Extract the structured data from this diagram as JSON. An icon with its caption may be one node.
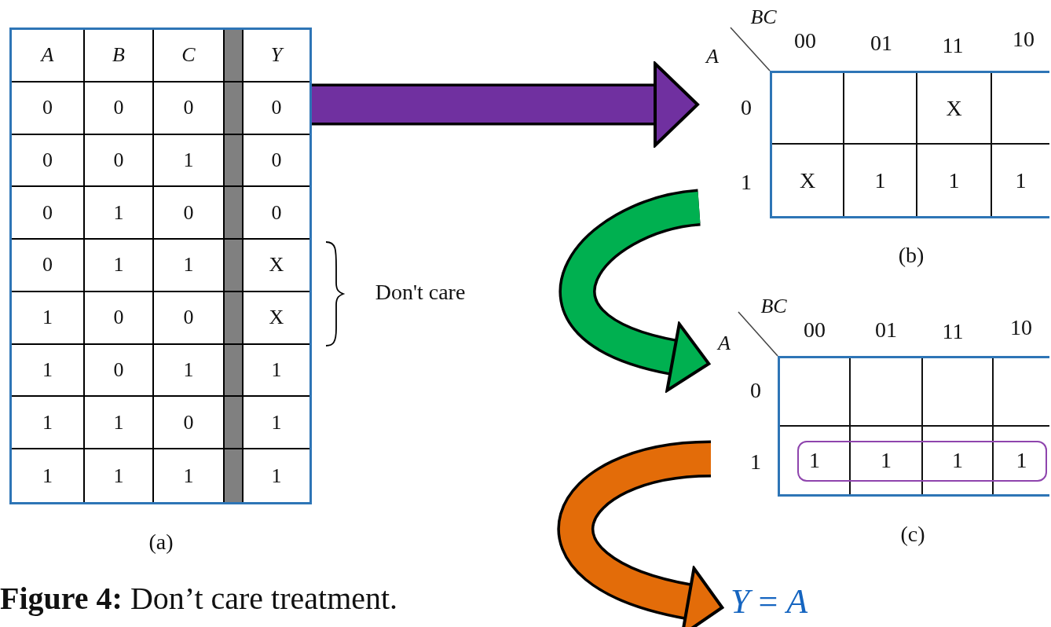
{
  "diagram": {
    "caption": "**Figure 4:** Don’t care treatment.",
    "nodes": [
      {
        "text": [
          "A",
          "B",
          "C",
          "Y",
          "0",
          "0",
          "0",
          "0",
          "0",
          "0",
          "1",
          "0",
          "0",
          "1",
          "0",
          "0",
          "0",
          "1",
          "1",
          "X",
          "1",
          "0",
          "0",
          "X",
          "1",
          "0",
          "1",
          "1",
          "1",
          "1",
          "0",
          "1",
          "1",
          "1",
          "1",
          "1"
        ],
        "beside": [
          "(a)"
        ]
      },
      {
        "text": [
          "BC",
          "00",
          "01",
          "11",
          "10",
          "A",
          "0",
          "X",
          "1",
          "X",
          "1",
          "1",
          "1"
        ],
        "beside": [
          "(b)"
        ]
      },
      {
        "text": [
          "BC",
          "00",
          "01",
          "11",
          "10",
          "A",
          "0",
          "1",
          "1",
          "1",
          "1",
          "1"
        ],
        "beside": [
          "(c)"
        ]
      },
      {
        "text": [
          "*Y* = *A*"
        ]
      }
    ],
    "edges": [
      {
        "from": 0,
        "to": 1,
        "arrow": "to",
        "color": "#7030a0"
      },
      {
        "from": 1,
        "to": 2,
        "arrow": "to",
        "color": "#00b050"
      },
      {
        "from": 2,
        "to": 3,
        "arrow": "to",
        "color": "#e36c09"
      }
    ],
    "labels": [
      "Don't care"
    ]
  }
}
